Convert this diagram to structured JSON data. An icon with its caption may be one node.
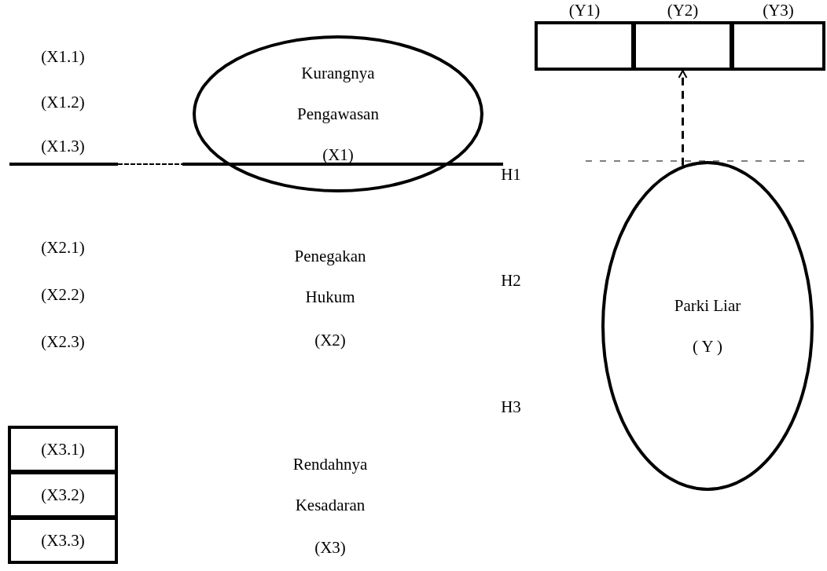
{
  "diagram": {
    "nodes": [
      {
        "text": [
          "Kurangnya Pengawasan",
          "(X1)"
        ]
      },
      {
        "text": [
          "(X3.1)"
        ]
      },
      {
        "text": [
          "(X3.2)"
        ]
      },
      {
        "text": [
          "(X3.3)"
        ]
      },
      {
        "text": [
          "(Y1)"
        ]
      },
      {
        "text": [
          "(Y2)"
        ]
      },
      {
        "text": [
          "(Y3)"
        ]
      },
      {
        "text": [
          "Parki Liar",
          "( Y )"
        ]
      }
    ],
    "edges": [
      {
        "from": 7,
        "to": 5,
        "arrow": "to",
        "style": "dashed"
      }
    ],
    "labels": [
      "(X1.1)",
      "(X1.2)",
      "(X1.3)",
      "H1",
      "(X2.1)",
      "Penegakan Hukum",
      "H2",
      "(X2.2)",
      "(X2)",
      "(X2.3)",
      "H3",
      "Rendahnya Kesadaran",
      "(X3)"
    ]
  }
}
